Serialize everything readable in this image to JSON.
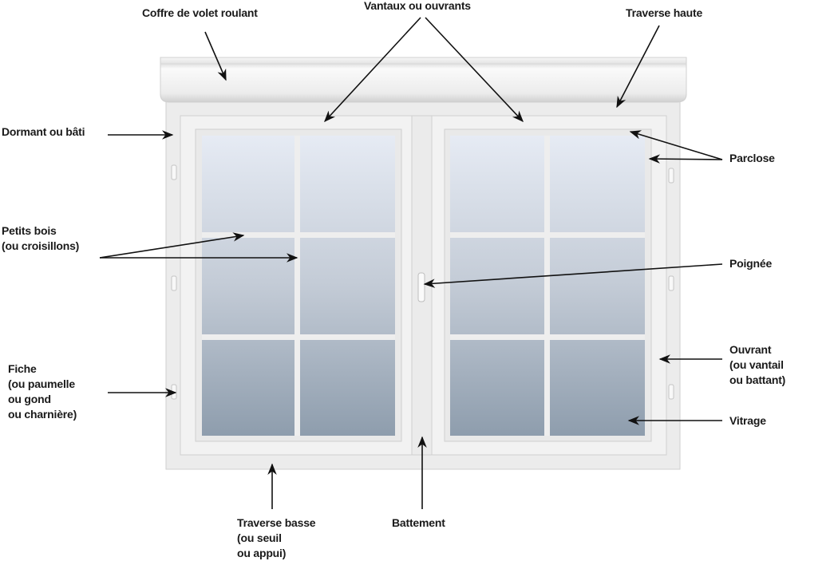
{
  "labels": {
    "coffre": "Coffre de volet roulant",
    "vantaux": "Vantaux ou ouvrants",
    "traverse_haute": "Traverse haute",
    "dormant": "Dormant ou bâti",
    "parclose": "Parclose",
    "petits_bois": [
      "Petits bois",
      "(ou croisillons)"
    ],
    "poignee": "Poignée",
    "ouvrant": [
      "Ouvrant",
      "(ou vantail",
      "ou battant)"
    ],
    "vitrage": "Vitrage",
    "fiche": [
      "Fiche",
      "(ou paumelle",
      "ou gond",
      "ou charnière)"
    ],
    "traverse_basse": [
      "Traverse basse",
      "(ou seuil",
      "ou appui)"
    ],
    "battement": "Battement"
  },
  "colors": {
    "frame": "#f1f1f1",
    "frame_edge": "#cfcfcf",
    "glass_top": "#e6ebf3",
    "glass_bottom": "#8f9fae",
    "arrow": "#111111"
  }
}
